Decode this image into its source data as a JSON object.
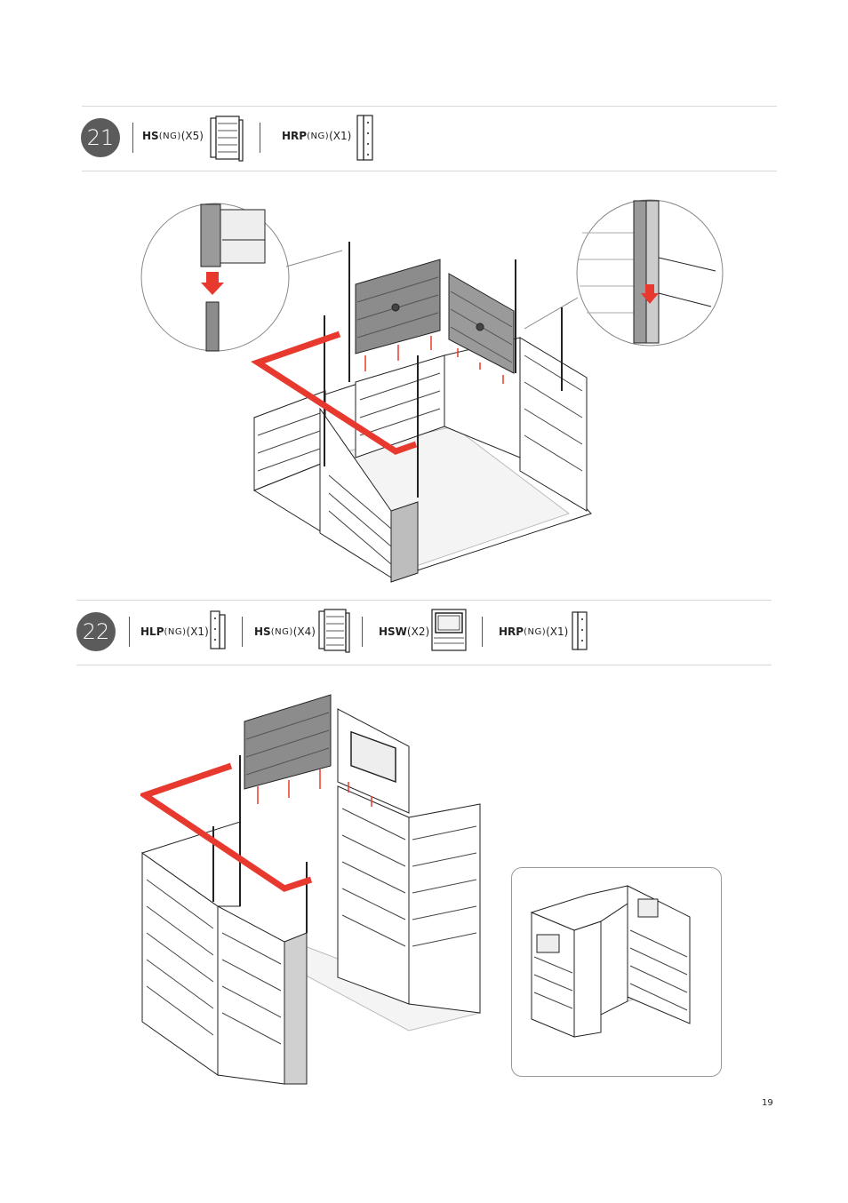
{
  "steps": [
    {
      "number": "21",
      "parts": [
        {
          "code": "HS",
          "ng": "(NG)",
          "qty": "(X5)",
          "icon": "horizontal-slat-panel-icon"
        },
        {
          "code": "HRP",
          "ng": "(NG)",
          "qty": "(X1)",
          "icon": "right-post-profile-icon"
        }
      ]
    },
    {
      "number": "22",
      "parts": [
        {
          "code": "HLP",
          "ng": "(NG)",
          "qty": "(X1)",
          "icon": "left-post-profile-icon"
        },
        {
          "code": "HS",
          "ng": "(NG)",
          "qty": "(X4)",
          "icon": "horizontal-slat-panel-icon"
        },
        {
          "code": "HSW",
          "ng": "",
          "qty": "(X2)",
          "icon": "window-panel-icon"
        },
        {
          "code": "HRP",
          "ng": "(NG)",
          "qty": "(X1)",
          "icon": "right-post-profile-icon"
        }
      ]
    }
  ],
  "colors": {
    "badge": "#5b5b5b",
    "arrow": "#e8392f",
    "line": "#222222",
    "panel": "#8c8c8c"
  },
  "page_number": "19"
}
